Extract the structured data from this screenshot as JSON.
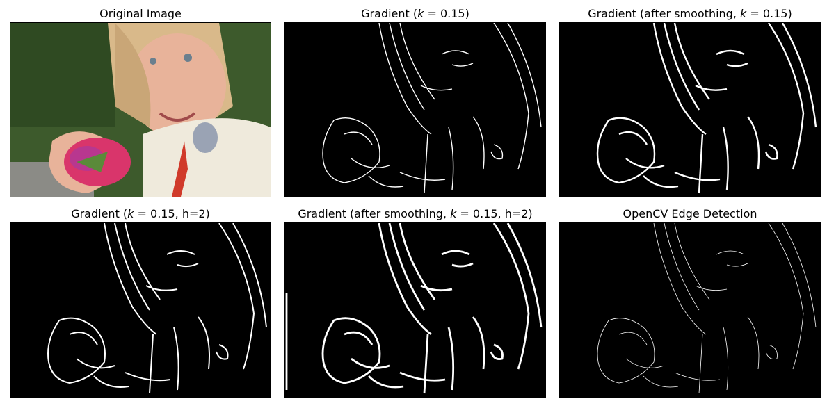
{
  "figure": {
    "panels": [
      {
        "id": "original",
        "title_prefix": "Original Image",
        "k_label": "",
        "title_suffix": "",
        "background": "#2f3a2b"
      },
      {
        "id": "gradient",
        "title_prefix": "Gradient (",
        "k_label": "k",
        "title_suffix": " = 0.15)",
        "background": "#000000"
      },
      {
        "id": "gradient-smooth",
        "title_prefix": "Gradient (after smoothing, ",
        "k_label": "k",
        "title_suffix": " = 0.15)",
        "background": "#000000"
      },
      {
        "id": "gradient-h2",
        "title_prefix": "Gradient (",
        "k_label": "k",
        "title_suffix": " = 0.15, h=2)",
        "background": "#000000"
      },
      {
        "id": "gradient-smooth-h2",
        "title_prefix": "Gradient (after smoothing, ",
        "k_label": "k",
        "title_suffix": " = 0.15, h=2)",
        "background": "#000000"
      },
      {
        "id": "opencv",
        "title_prefix": "OpenCV Edge Detection",
        "k_label": "",
        "title_suffix": "",
        "background": "#000000"
      }
    ]
  },
  "colors": {
    "edge": "#ffffff",
    "foliage": "#3d5a2c",
    "hair": "#d9b98a",
    "skin": "#e8b39a",
    "sweater": "#efeadc",
    "flower": "#d9356b",
    "leaf": "#5a8a3a"
  }
}
